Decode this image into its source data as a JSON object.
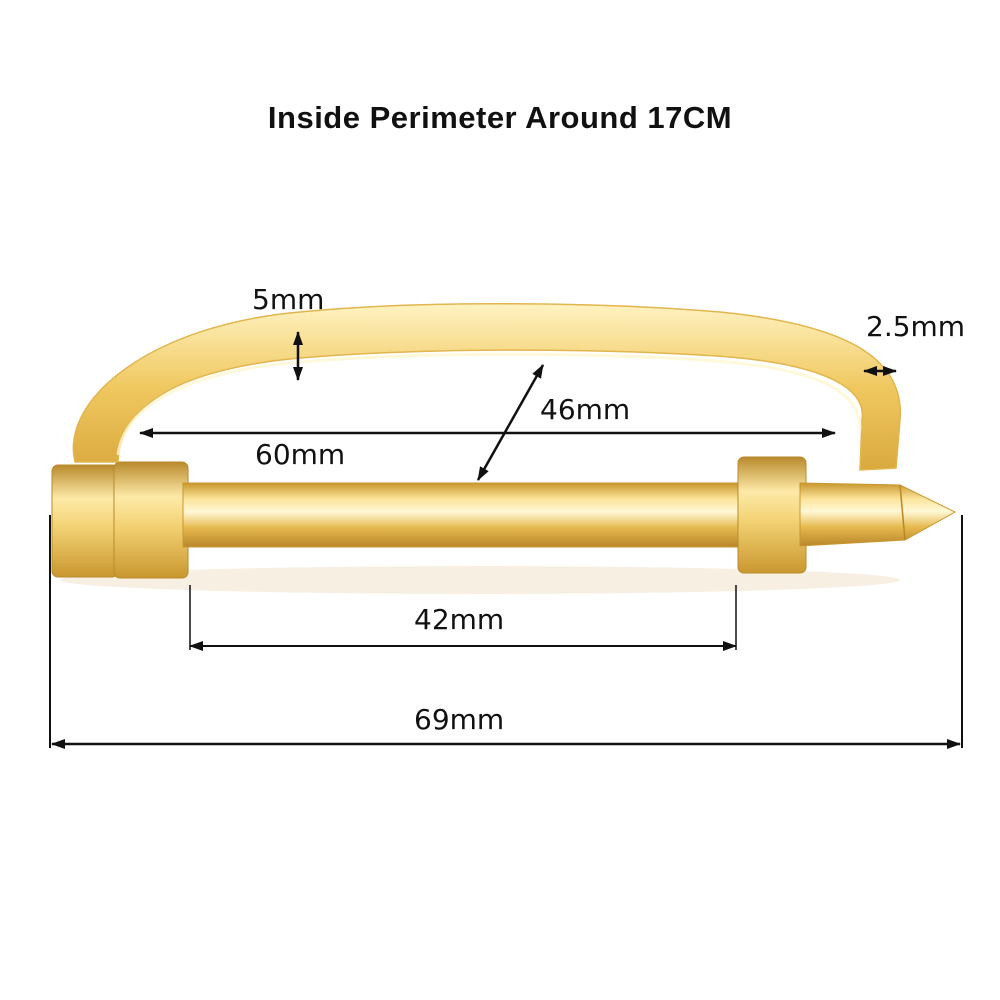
{
  "title": "Inside Perimeter Around 17CM",
  "dimensions": {
    "band_width": "5mm",
    "band_thickness": "2.5mm",
    "inner_height": "46mm",
    "inner_width": "60mm",
    "pin_length": "42mm",
    "total_length": "69mm"
  },
  "colors": {
    "gold_light": "#fff2b8",
    "gold_mid": "#f2cf6a",
    "gold_dark": "#c99a2e",
    "line": "#111111"
  }
}
